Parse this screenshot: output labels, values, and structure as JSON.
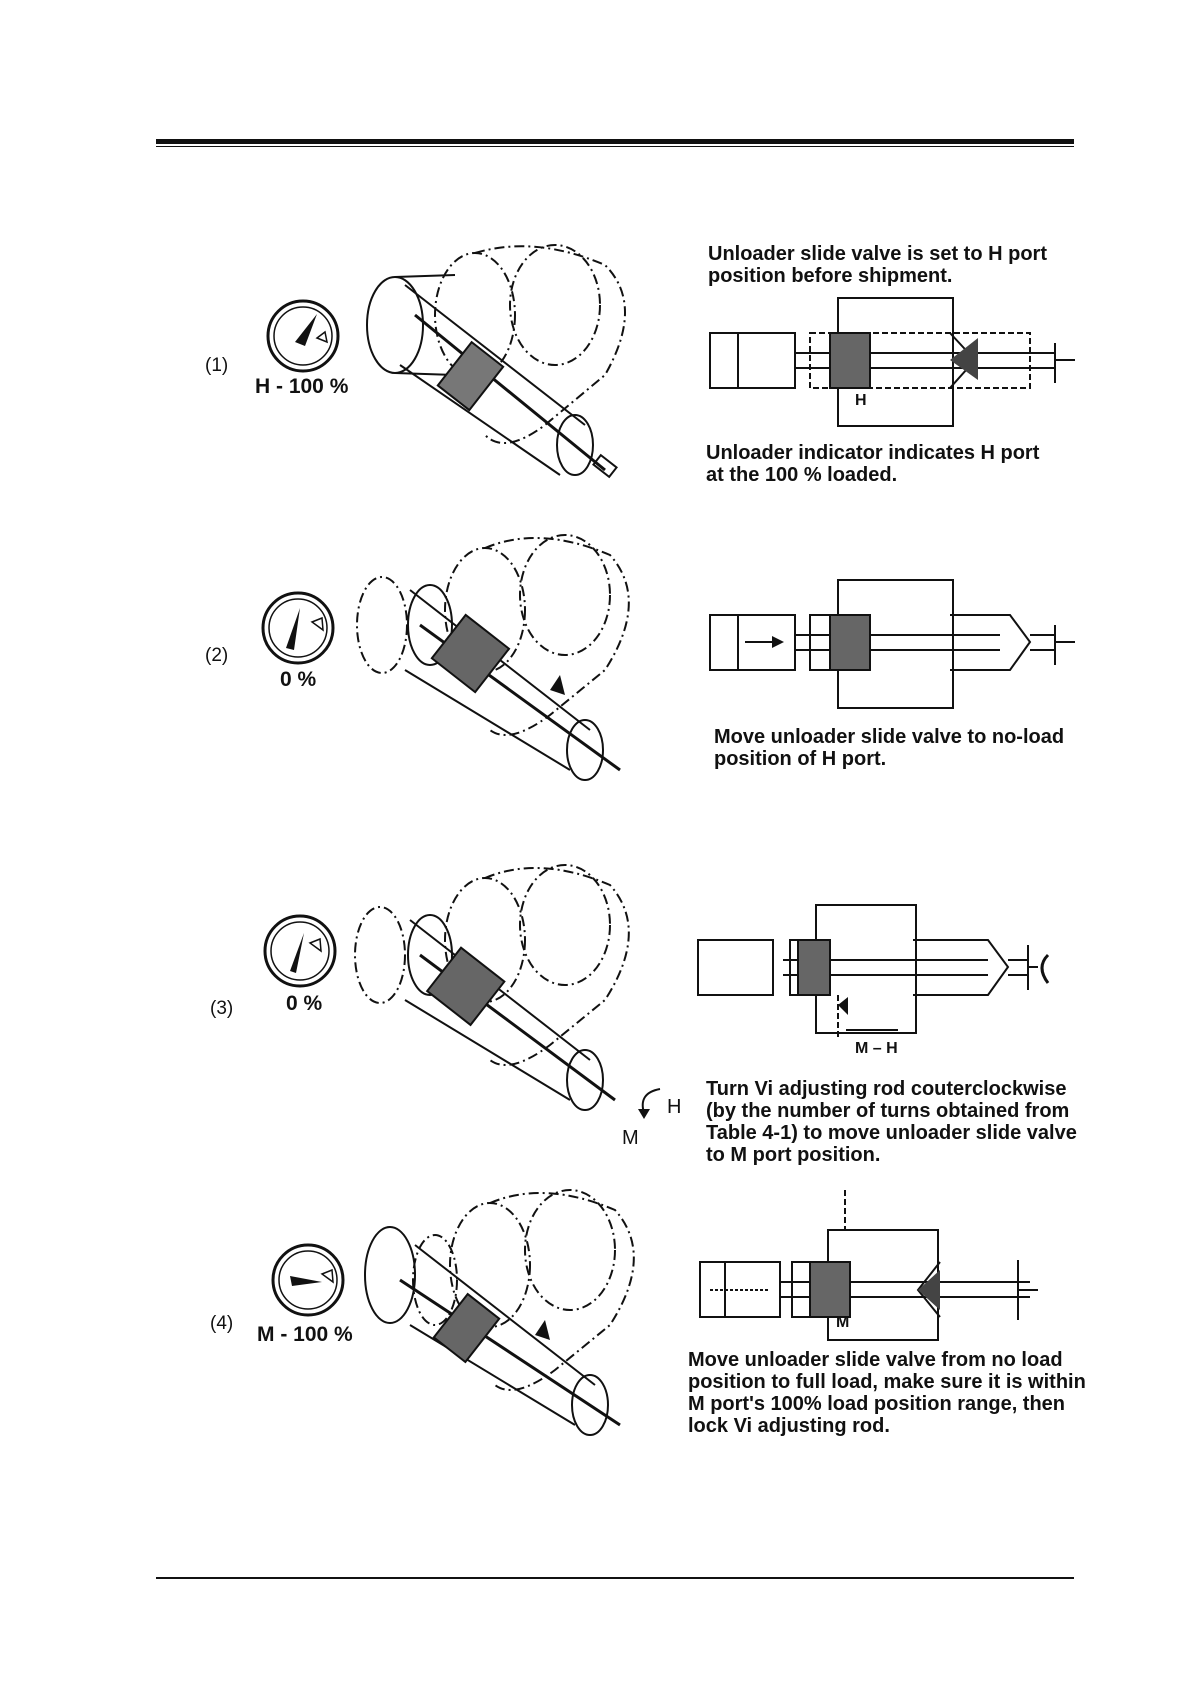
{
  "steps": [
    {
      "number": "(1)",
      "gauge_label": "H - 100 %",
      "caption_top": "Unloader slide valve is set to H port\nposition before shipment.",
      "port_label": "H",
      "caption_bottom": "Unloader indicator indicates H port\nat the 100 % loaded."
    },
    {
      "number": "(2)",
      "gauge_label": "0 %",
      "caption_bottom": "Move unloader slide valve to no-load\nposition of H port."
    },
    {
      "number": "(3)",
      "gauge_label": "0 %",
      "port_label": "M – H",
      "rotation_h": "H",
      "rotation_m": "M",
      "caption_bottom": "Turn Vi adjusting rod couterclockwise\n(by the number of turns obtained from\nTable 4-1) to move unloader slide valve\nto M port position."
    },
    {
      "number": "(4)",
      "gauge_label": "M - 100 %",
      "port_label": "M",
      "caption_bottom": "Move unloader slide valve from no load\nposition to full load, make sure it is within\nM port's 100% load position range, then\nlock Vi adjusting rod."
    }
  ],
  "icons": [
    "load-gauge-icon",
    "compressor-cutaway-icon",
    "slide-valve-diagram-icon",
    "rotation-arrow-icon"
  ]
}
